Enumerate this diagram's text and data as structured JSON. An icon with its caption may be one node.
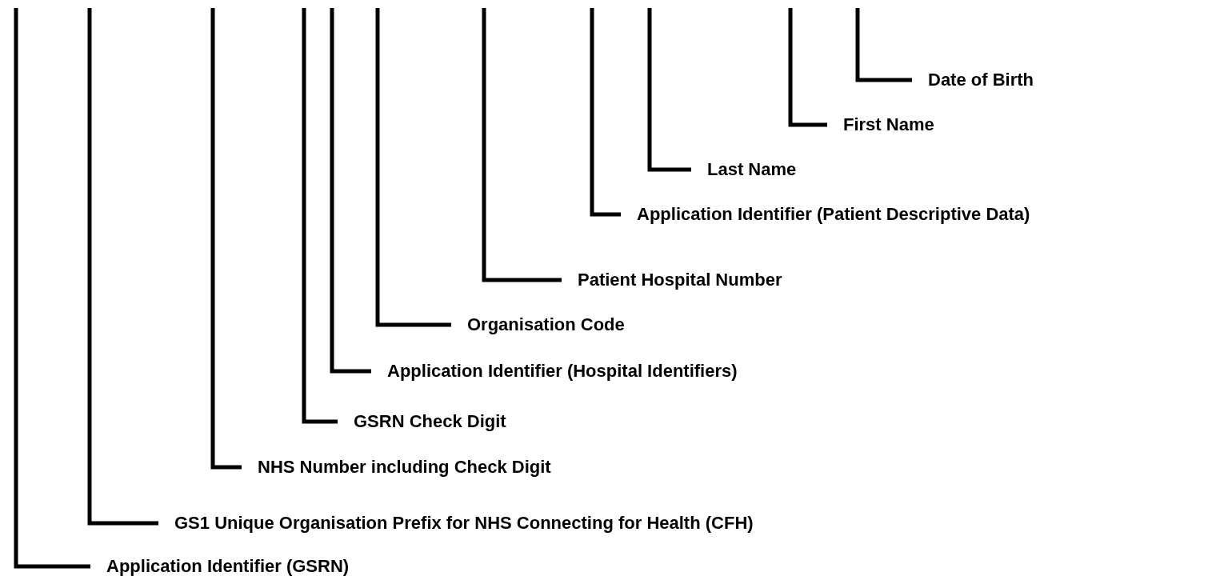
{
  "diagram": {
    "nodes": [
      {
        "text": [
          "Date of Birth"
        ]
      },
      {
        "text": [
          "First Name"
        ]
      },
      {
        "text": [
          "Last Name"
        ]
      },
      {
        "text": [
          "Application Identifier (Patient Descriptive Data)"
        ]
      },
      {
        "text": [
          "Patient Hospital Number"
        ]
      },
      {
        "text": [
          "Organisation Code"
        ]
      },
      {
        "text": [
          "Application Identifier (Hospital Identifiers)"
        ]
      },
      {
        "text": [
          "GSRN Check Digit"
        ]
      },
      {
        "text": [
          "NHS Number including Check Digit"
        ]
      },
      {
        "text": [
          "GS1 Unique Organisation Prefix for NHS Connecting for Health (CFH)"
        ]
      },
      {
        "text": [
          "Application Identifier (GSRN)"
        ]
      }
    ],
    "edges": [
      {
        "from": 0,
        "to": null,
        "arrow": "none"
      },
      {
        "from": 1,
        "to": null,
        "arrow": "none"
      },
      {
        "from": 2,
        "to": null,
        "arrow": "none"
      },
      {
        "from": 3,
        "to": null,
        "arrow": "none"
      },
      {
        "from": 4,
        "to": null,
        "arrow": "none"
      },
      {
        "from": 5,
        "to": null,
        "arrow": "none"
      },
      {
        "from": 6,
        "to": null,
        "arrow": "none"
      },
      {
        "from": 7,
        "to": null,
        "arrow": "none"
      },
      {
        "from": 8,
        "to": null,
        "arrow": "none"
      },
      {
        "from": 9,
        "to": null,
        "arrow": "none"
      },
      {
        "from": 10,
        "to": null,
        "arrow": "none"
      }
    ]
  }
}
